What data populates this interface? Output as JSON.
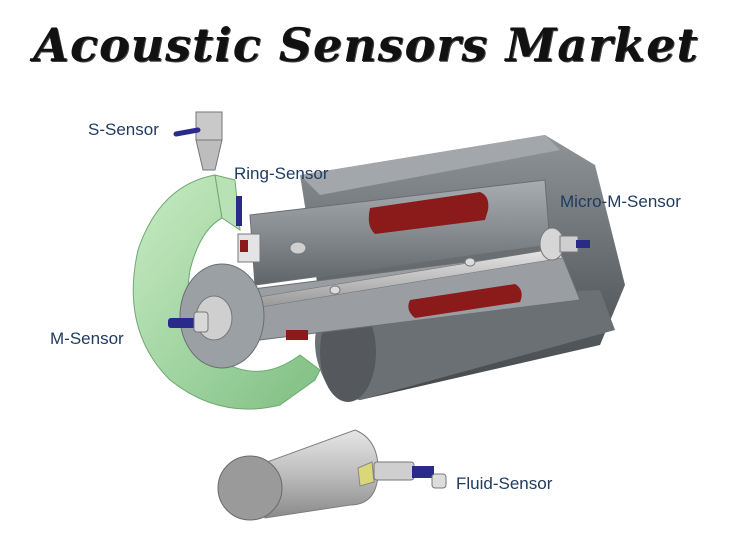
{
  "title": "Acoustic Sensors Market",
  "labels": {
    "s_sensor": "S-Sensor",
    "ring_sensor": "Ring-Sensor",
    "micro_m_sensor": "Micro-M-Sensor",
    "m_sensor": "M-Sensor",
    "fluid_sensor": "Fluid-Sensor"
  },
  "colors": {
    "label_text": "#1e3a5f",
    "housing_gray": "#8c9196",
    "wheel_green": "#a8d8a8",
    "coil_red": "#8b1a1a",
    "connector_blue": "#2a2a8a"
  }
}
